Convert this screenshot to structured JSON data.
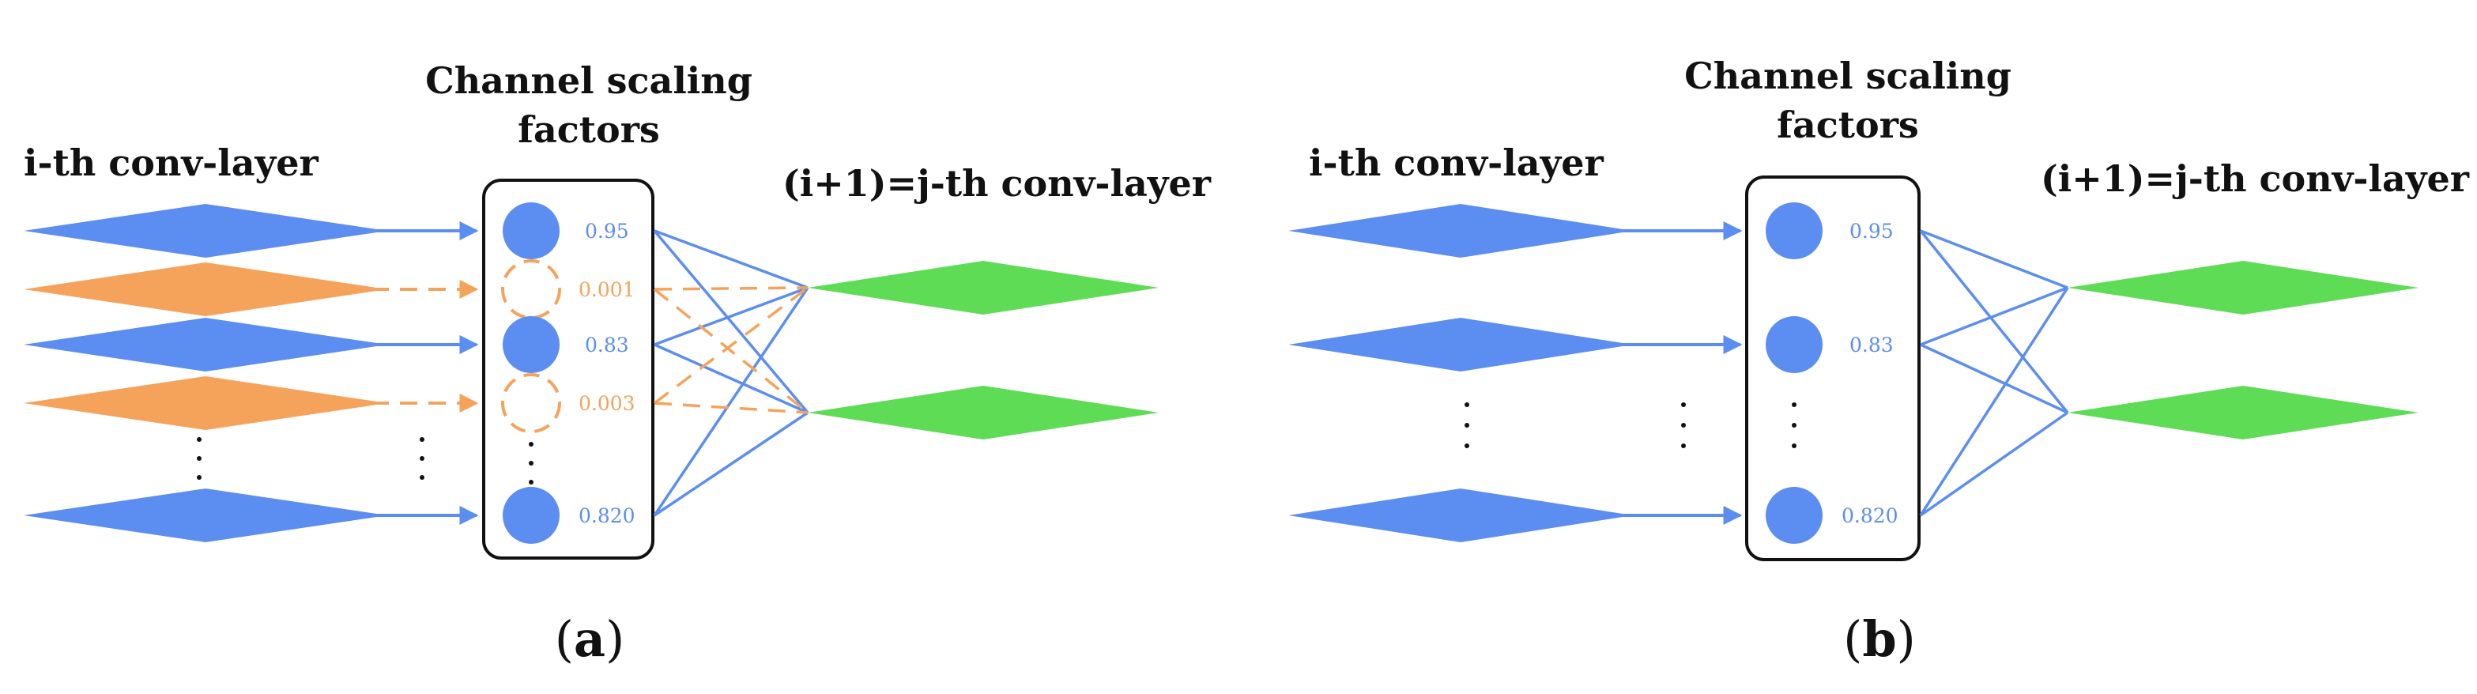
{
  "colors": {
    "kept": "#5b8ef0",
    "pruned": "#f5a35a",
    "next_layer": "#5fdc55",
    "text": "#111111",
    "box_border": "#111111"
  },
  "panel_a": {
    "left_title": "i-th conv-layer",
    "middle_title_line1": "Channel scaling",
    "middle_title_line2": "factors",
    "right_title": "(i+1)=j-th conv-layer",
    "scaling_factors": [
      {
        "value": "0.95",
        "state": "kept"
      },
      {
        "value": "0.001",
        "state": "pruned"
      },
      {
        "value": "0.83",
        "state": "kept"
      },
      {
        "value": "0.003",
        "state": "pruned"
      },
      {
        "value": "0.820",
        "state": "kept"
      }
    ],
    "ellipsis": "· · ·",
    "caption_open": "(",
    "caption_letter": "a",
    "caption_close": ")"
  },
  "panel_b": {
    "left_title": "i-th conv-layer",
    "middle_title_line1": "Channel scaling",
    "middle_title_line2": "factors",
    "right_title": "(i+1)=j-th conv-layer",
    "scaling_factors": [
      {
        "value": "0.95",
        "state": "kept"
      },
      {
        "value": "0.83",
        "state": "kept"
      },
      {
        "value": "0.820",
        "state": "kept"
      }
    ],
    "ellipsis": "· · ·",
    "caption_open": "(",
    "caption_letter": "b",
    "caption_close": ")"
  }
}
